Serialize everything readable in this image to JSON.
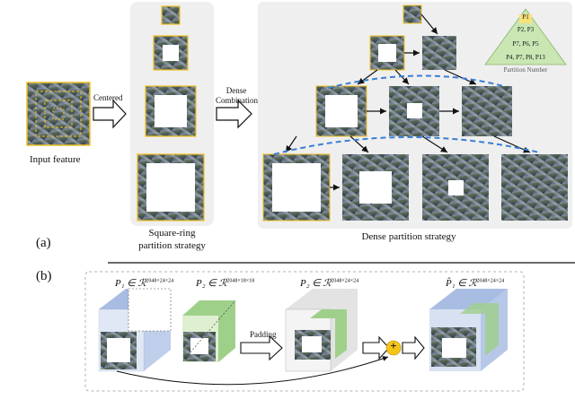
{
  "panel_a": {
    "label": "(a)",
    "input_caption": "Input feature",
    "arrow_centered": "Centered",
    "arrow_dense_line1": "Dense",
    "arrow_dense_line2": "Combination",
    "square_ring_line1": "Square-ring",
    "square_ring_line2": "partition strategy",
    "dense_caption": "Dense partition strategy",
    "partition_triangle": {
      "rows": [
        "P1",
        "P2, P3",
        "P7, P6, P5",
        "P4, P7, P8, P13"
      ],
      "caption": "Partition Number"
    }
  },
  "panel_b": {
    "label": "(b)",
    "p1_label": "P₁ ∈ ℛ",
    "p1_dims": "2048×24×24",
    "p2_label": "P₂ ∈ ℛ",
    "p2_dims": "2048×18×18",
    "p2pad_label": "P₂ ∈ ℛ",
    "p2pad_dims": "2048×24×24",
    "padding_label": "Padding",
    "pa_label": "P̂₁ ∈ ℛ",
    "pa_dims": "2048×24×24",
    "plus_symbol": "+"
  },
  "colors": {
    "panel_bg": "#efefef",
    "frame_yellow": "#f0c020",
    "dashed_blue": "#3a7fd5",
    "cube_blue": "#a9bde3",
    "cube_green": "#9fd08a",
    "cube_gray": "#dcdcdc",
    "plus_yellow": "#f5c518",
    "aerial_dark": "#2f4257",
    "aerial_light": "#8c96a3"
  }
}
